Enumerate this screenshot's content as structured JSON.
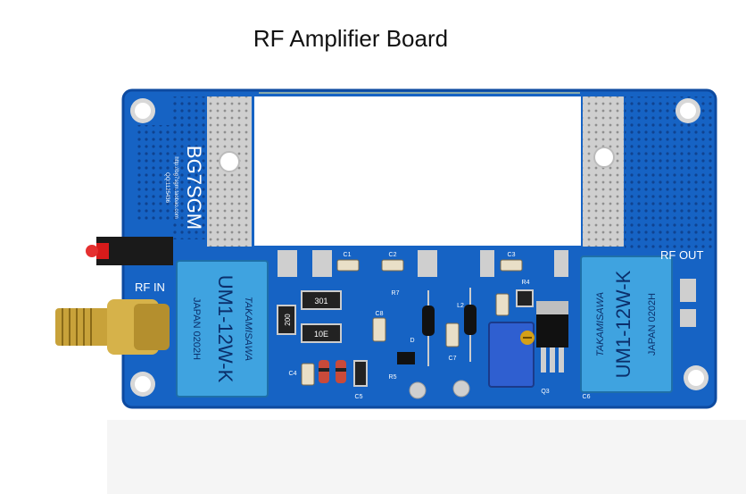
{
  "page": {
    "title": "RF Amplifier Board"
  },
  "board": {
    "colors": {
      "pcb": "#1663c4",
      "pcb_dark": "#0d4aa0",
      "pad": "#cfcfcf",
      "relay": "#3fa3e0",
      "pot": "#2f5fd0"
    },
    "silkscreen": {
      "maker": "BG7SGM",
      "url": "http://bg7sgm.taobao.com",
      "phone": "QQ:1125436",
      "rf_in": "RF IN",
      "rf_out": "RF OUT",
      "parts": [
        "C1",
        "C2",
        "C3",
        "C4",
        "C5",
        "C6",
        "C7",
        "C8",
        "R4",
        "R5",
        "R7",
        "L2",
        "D",
        "Q3"
      ]
    },
    "relays": [
      {
        "brand": "TAKAMISAWA",
        "model": "UM1-12W-K",
        "origin": "JAPAN 0202H"
      },
      {
        "brand": "TAKAMISAWA",
        "model": "UM1-12W-K",
        "origin": "JAPAN 0202H"
      }
    ],
    "resistors": [
      "301",
      "10E",
      "200"
    ],
    "icons": [
      "sma-connector-icon",
      "mounting-hole-icon",
      "led-icon",
      "potentiometer-icon",
      "regulator-icon"
    ]
  }
}
